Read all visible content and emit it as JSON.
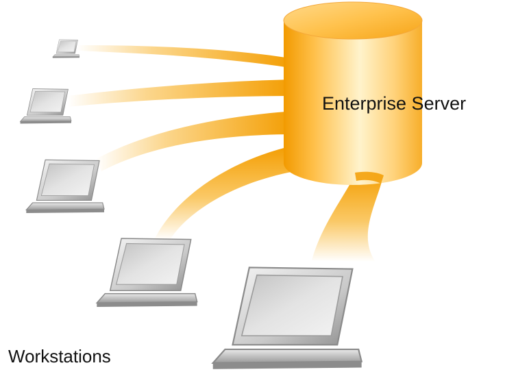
{
  "diagram": {
    "server_label": "Enterprise Server",
    "workstations_label": "Workstations",
    "connection_count": 5
  },
  "colors": {
    "server_body_light": "#fff0c2",
    "server_body_mid": "#ffc24d",
    "server_body_dark": "#f09a00",
    "beam": "#f7a400",
    "laptop_frame_light": "#f2f2f2",
    "laptop_frame_dark": "#8f8f8f",
    "laptop_screen": "#dedede",
    "text": "#111111"
  }
}
